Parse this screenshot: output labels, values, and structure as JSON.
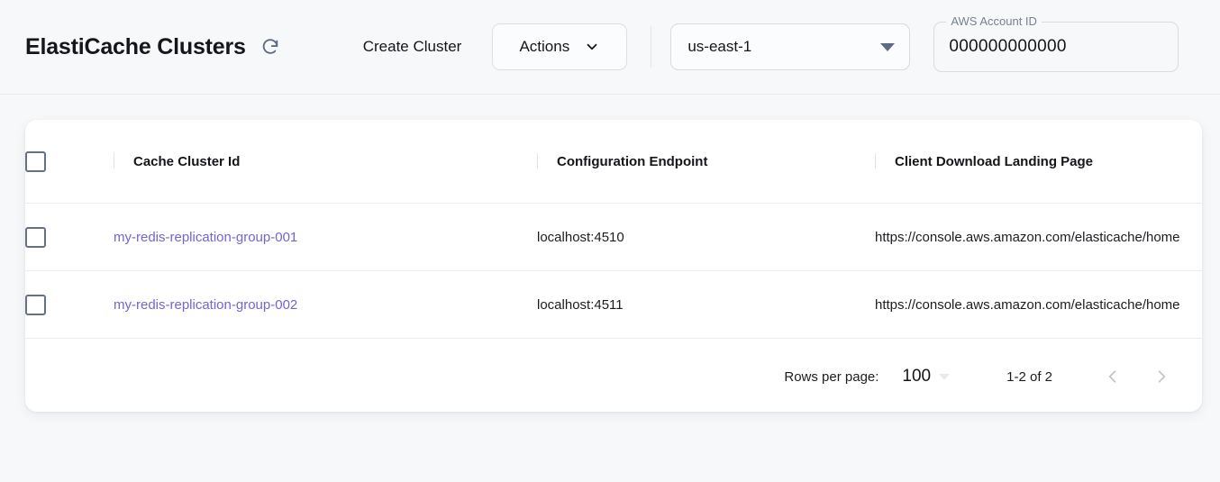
{
  "header": {
    "title": "ElastiCache Clusters",
    "refresh_icon": "refresh-icon",
    "create_cluster_label": "Create Cluster",
    "actions_label": "Actions",
    "actions_caret_icon": "chevron-down-icon",
    "region": {
      "value": "us-east-1",
      "caret_icon": "caret-down-icon"
    },
    "account": {
      "label": "AWS Account ID",
      "value": "000000000000"
    }
  },
  "table": {
    "columns": [
      {
        "key": "check",
        "label": ""
      },
      {
        "key": "id",
        "label": "Cache Cluster Id"
      },
      {
        "key": "endpoint",
        "label": "Configuration Endpoint"
      },
      {
        "key": "landing",
        "label": "Client Download Landing Page"
      }
    ],
    "rows": [
      {
        "id": "my-redis-replication-group-001",
        "endpoint": "localhost:4510",
        "landing": "https://console.aws.amazon.com/elasticache/home"
      },
      {
        "id": "my-redis-replication-group-002",
        "endpoint": "localhost:4511",
        "landing": "https://console.aws.amazon.com/elasticache/home"
      }
    ]
  },
  "pagination": {
    "rows_per_page_label": "Rows per page:",
    "rows_per_page_value": "100",
    "range_label": "1-2 of 2",
    "prev_icon": "chevron-left-icon",
    "next_icon": "chevron-right-icon"
  },
  "colors": {
    "link": "#7265d4",
    "page_background": "#f7f8fa",
    "card_background": "#ffffff",
    "checkbox_border": "#657186"
  }
}
